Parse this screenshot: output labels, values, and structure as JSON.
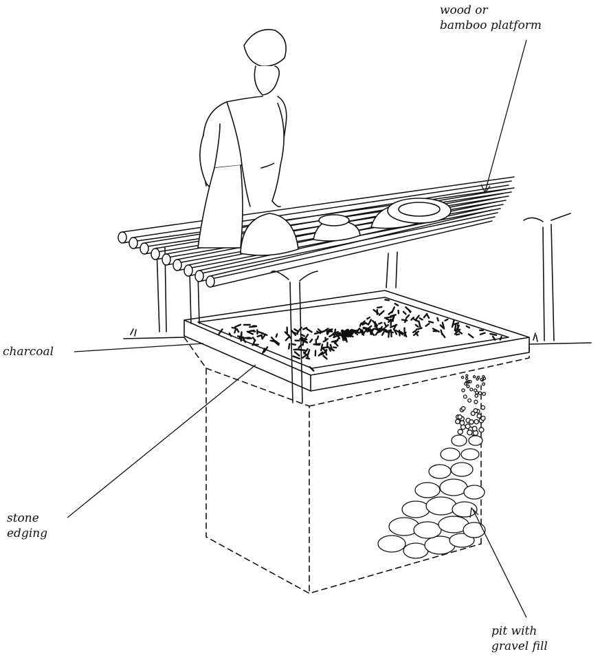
{
  "labels": {
    "platform": "wood or\nbamboo platform",
    "charcoal": "charcoal",
    "stone_edging": "stone\nedging",
    "pit": "pit with\ngravel fill"
  },
  "colors": {
    "ink": "#111111",
    "paper": "#ffffff"
  }
}
